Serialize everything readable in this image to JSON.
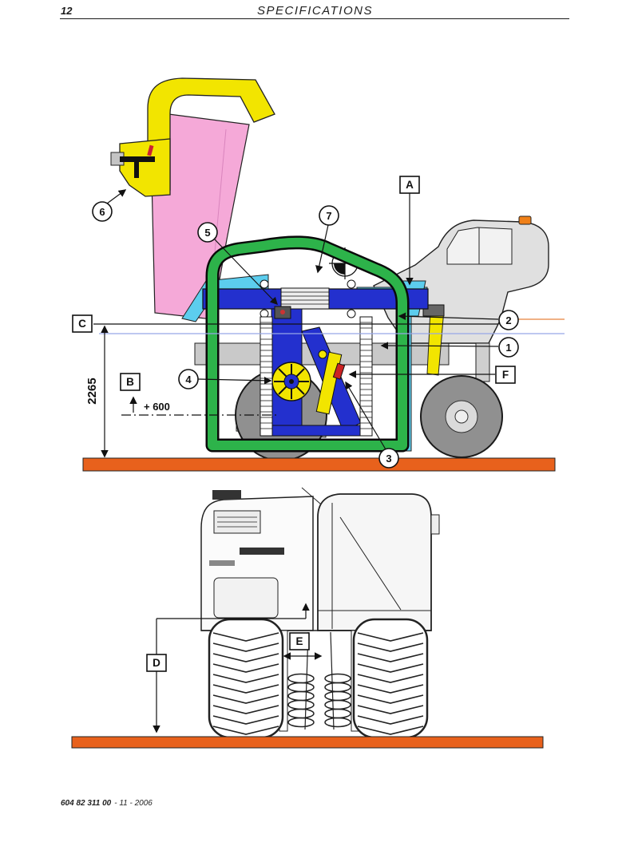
{
  "header": {
    "page_number": "12",
    "title": "SPECIFICATIONS"
  },
  "footer": {
    "ref_bold": "604 82 311 00",
    "ref_rest": "- 11 - 2006"
  },
  "side_view": {
    "boxed_labels": {
      "A": "A",
      "B": "B",
      "C": "C",
      "F": "F"
    },
    "callouts": {
      "c1": "1",
      "c2": "2",
      "c3": "3",
      "c4": "4",
      "c5": "5",
      "c6": "6",
      "c7": "7"
    },
    "dim_height": "2265",
    "dim_offset": "+ 600"
  },
  "rear_view": {
    "boxed_labels": {
      "D": "D",
      "E": "E"
    }
  },
  "colors": {
    "ground_orange": "#E8611C",
    "frame_green": "#2DB34A",
    "structure_blue": "#2330CE",
    "hopper_pink": "#F5A9D8",
    "chute_yellow": "#F2E500",
    "conveyor_cyan": "#5CCDEE"
  }
}
